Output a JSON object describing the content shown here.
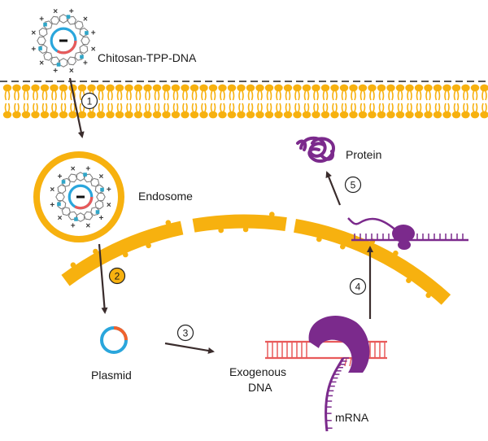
{
  "labels": {
    "nanoparticle": "Chitosan-TPP-DNA",
    "endosome": "Endosome",
    "plasmid": "Plasmid",
    "exogenous_line1": "Exogenous",
    "exogenous_line2": "DNA",
    "mrna": "mRNA",
    "protein": "Protein"
  },
  "steps": [
    "1",
    "2",
    "3",
    "4",
    "5"
  ],
  "colors": {
    "membrane": "#f7b10f",
    "arrow": "#3a2c2c",
    "purple": "#7b2a8c",
    "dna_red": "#e85a5a",
    "plasmid_blue": "#2aa6dc",
    "plasmid_orange": "#f0622d",
    "polymer": "#808080",
    "charge": "#3a3a3a",
    "tpp": "#2fa6c8"
  }
}
